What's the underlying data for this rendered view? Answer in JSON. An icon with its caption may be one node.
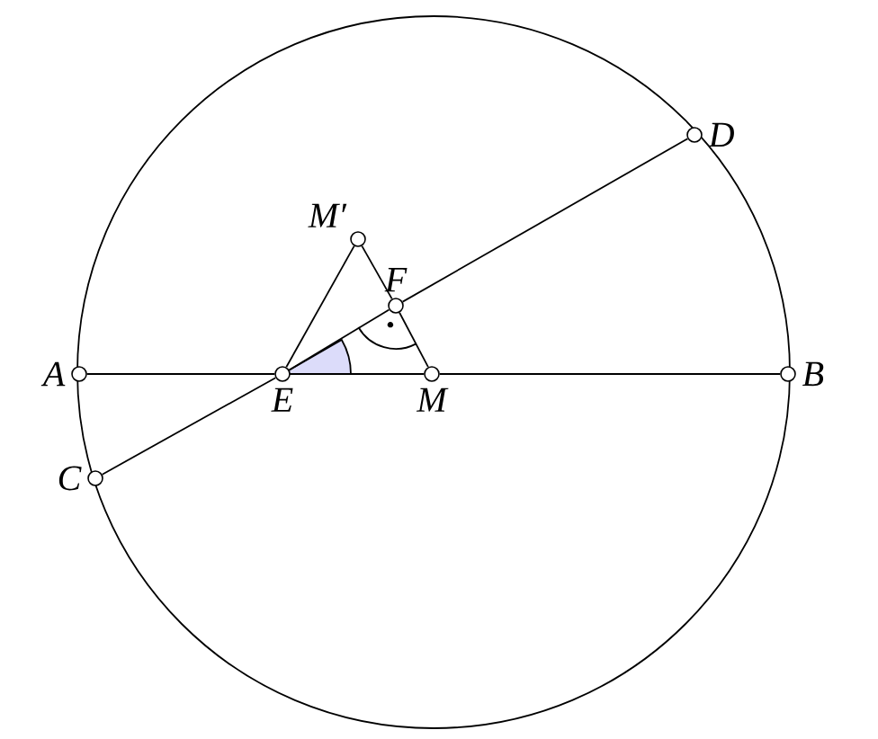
{
  "diagram": {
    "nodes": [
      {
        "text": [
          "A"
        ]
      },
      {
        "text": [
          "B"
        ]
      },
      {
        "text": [
          "C"
        ]
      },
      {
        "text": [
          "D"
        ]
      },
      {
        "text": [
          "E"
        ]
      },
      {
        "text": [
          "M"
        ]
      },
      {
        "text": [
          "M′"
        ]
      },
      {
        "text": [
          "F"
        ]
      }
    ],
    "edges": [
      {
        "from": 0,
        "to": 4,
        "arrow": "none"
      },
      {
        "from": 4,
        "to": 5,
        "arrow": "none"
      },
      {
        "from": 5,
        "to": 1,
        "arrow": "none"
      },
      {
        "from": 2,
        "to": 4,
        "arrow": "none"
      },
      {
        "from": 4,
        "to": 7,
        "arrow": "none"
      },
      {
        "from": 7,
        "to": 3,
        "arrow": "none"
      },
      {
        "from": 4,
        "to": 6,
        "arrow": "none"
      },
      {
        "from": 6,
        "to": 7,
        "arrow": "none"
      },
      {
        "from": 7,
        "to": 5,
        "arrow": "none"
      }
    ]
  }
}
